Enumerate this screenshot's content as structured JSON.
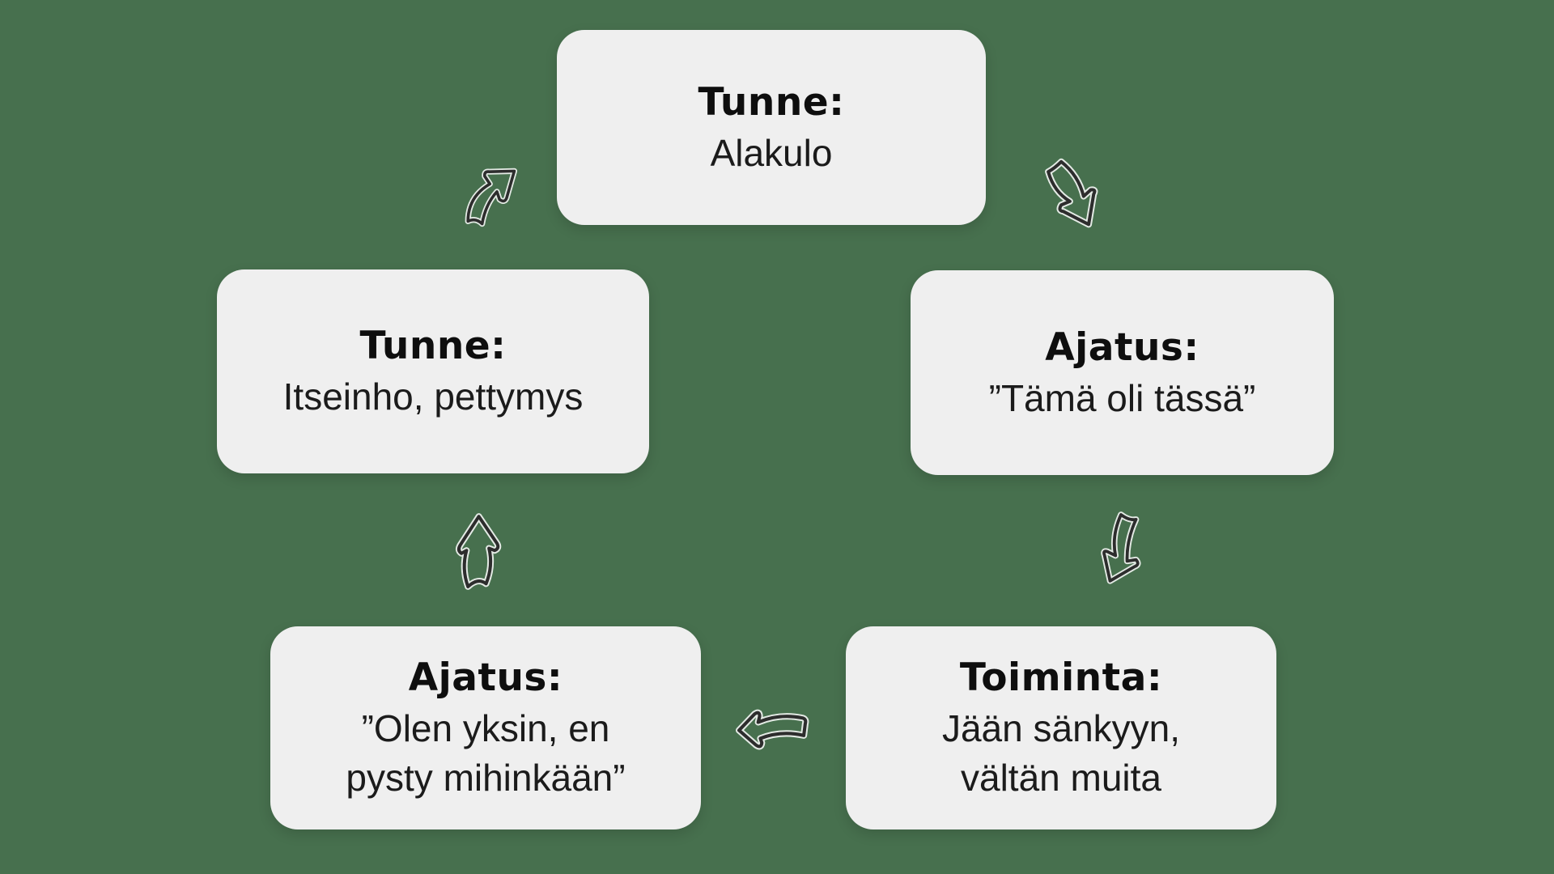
{
  "colors": {
    "background": "#47704E",
    "card_fill": "#EFEFEF",
    "title_text": "#0E0E0E",
    "body_text": "#1B1B1B",
    "arrow_stroke": "#2D2D2D"
  },
  "diagram": {
    "type": "cycle",
    "direction": "clockwise",
    "nodes": [
      {
        "id": "tunne-alakulo",
        "label": "Tunne:",
        "value": "Alakulo"
      },
      {
        "id": "ajatus-tama-oli-tassa",
        "label": "Ajatus:",
        "value": "”Tämä oli tässä”"
      },
      {
        "id": "toiminta-jaan-sankyyn",
        "label": "Toiminta:",
        "value": "Jään sänkyyn,\nvältän muita"
      },
      {
        "id": "ajatus-olen-yksin",
        "label": "Ajatus:",
        "value": "”Olen yksin, en\npysty mihinkään”"
      },
      {
        "id": "tunne-itseinho",
        "label": "Tunne:",
        "value": "Itseinho, pettymys"
      }
    ],
    "edges": [
      {
        "from": "tunne-alakulo",
        "to": "ajatus-tama-oli-tassa"
      },
      {
        "from": "ajatus-tama-oli-tassa",
        "to": "toiminta-jaan-sankyyn"
      },
      {
        "from": "toiminta-jaan-sankyyn",
        "to": "ajatus-olen-yksin"
      },
      {
        "from": "ajatus-olen-yksin",
        "to": "tunne-itseinho"
      },
      {
        "from": "tunne-itseinho",
        "to": "tunne-alakulo"
      }
    ]
  }
}
